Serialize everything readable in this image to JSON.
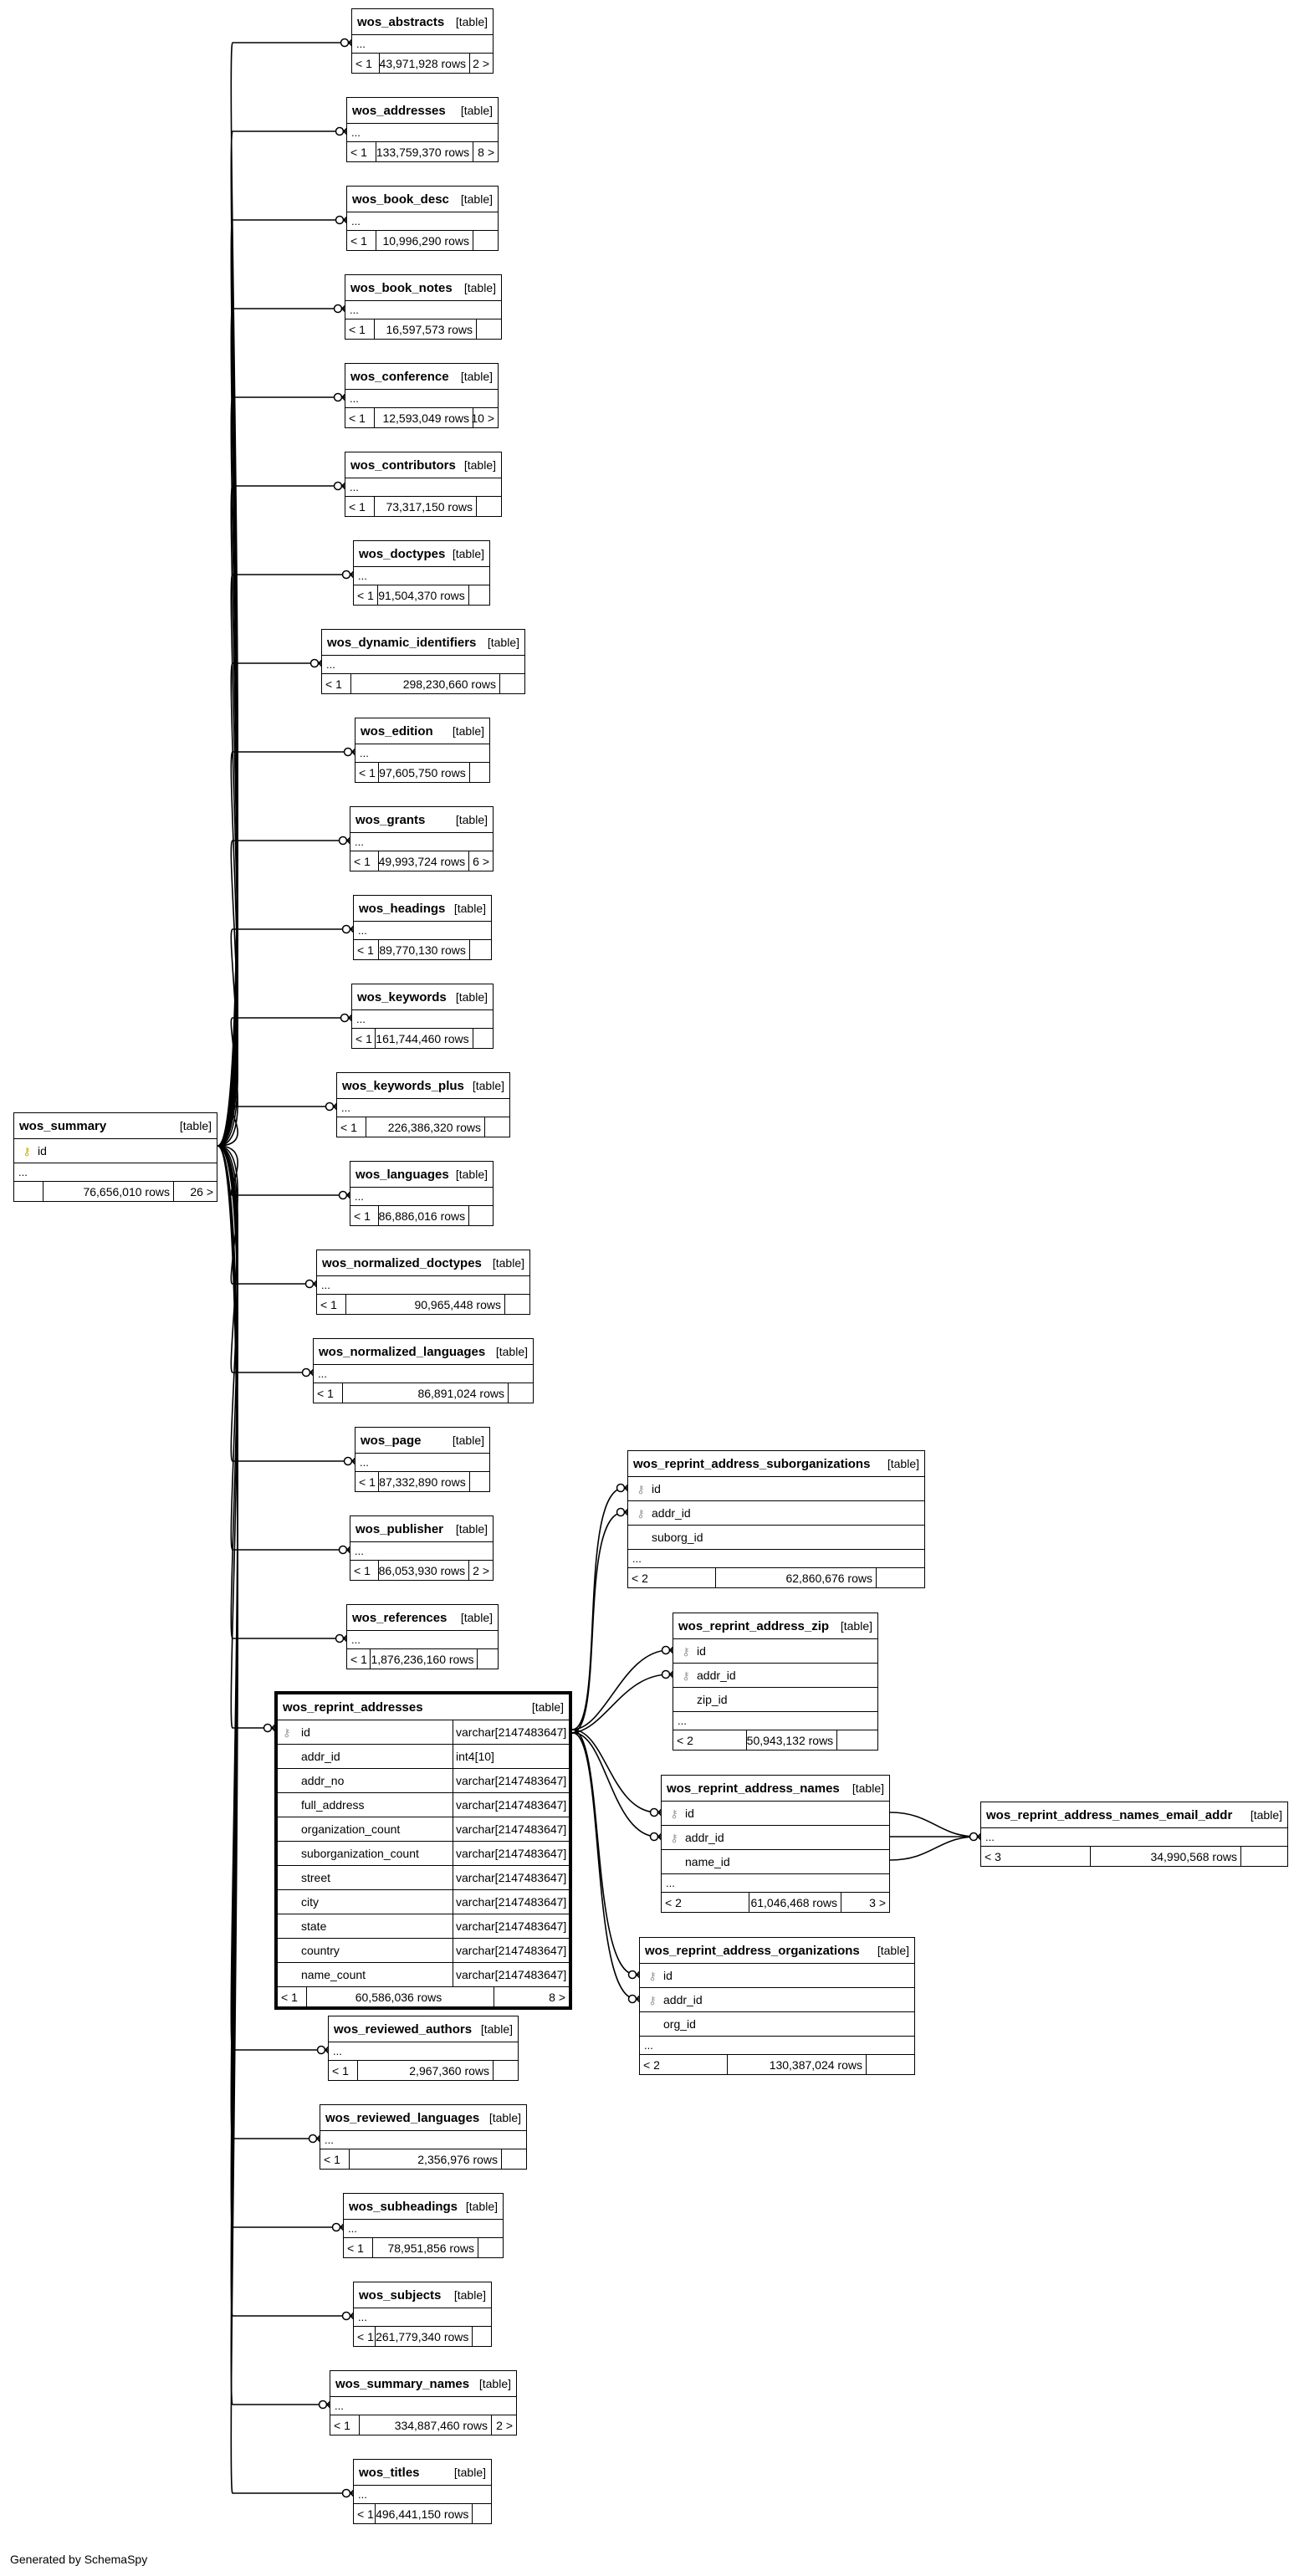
{
  "main_table": {
    "name": "wos_summary",
    "type": "[table]",
    "key_col": "id",
    "ellipsis": "...",
    "parents": "",
    "rows": "76,656,010 rows",
    "children": "26 >"
  },
  "child_tables": [
    {
      "name": "wos_abstracts",
      "type": "[table]",
      "ellipsis": "...",
      "parents": "< 1",
      "rows": "43,971,928 rows",
      "children": "2 >"
    },
    {
      "name": "wos_addresses",
      "type": "[table]",
      "ellipsis": "...",
      "parents": "< 1",
      "rows": "133,759,370 rows",
      "children": "8 >"
    },
    {
      "name": "wos_book_desc",
      "type": "[table]",
      "ellipsis": "...",
      "parents": "< 1",
      "rows": "10,996,290 rows",
      "children": ""
    },
    {
      "name": "wos_book_notes",
      "type": "[table]",
      "ellipsis": "...",
      "parents": "< 1",
      "rows": "16,597,573 rows",
      "children": ""
    },
    {
      "name": "wos_conference",
      "type": "[table]",
      "ellipsis": "...",
      "parents": "< 1",
      "rows": "12,593,049 rows",
      "children": "10 >"
    },
    {
      "name": "wos_contributors",
      "type": "[table]",
      "ellipsis": "...",
      "parents": "< 1",
      "rows": "73,317,150 rows",
      "children": ""
    },
    {
      "name": "wos_doctypes",
      "type": "[table]",
      "ellipsis": "...",
      "parents": "< 1",
      "rows": "91,504,370 rows",
      "children": ""
    },
    {
      "name": "wos_dynamic_identifiers",
      "type": "[table]",
      "ellipsis": "...",
      "parents": "< 1",
      "rows": "298,230,660 rows",
      "children": ""
    },
    {
      "name": "wos_edition",
      "type": "[table]",
      "ellipsis": "...",
      "parents": "< 1",
      "rows": "97,605,750 rows",
      "children": ""
    },
    {
      "name": "wos_grants",
      "type": "[table]",
      "ellipsis": "...",
      "parents": "< 1",
      "rows": "49,993,724 rows",
      "children": "6 >"
    },
    {
      "name": "wos_headings",
      "type": "[table]",
      "ellipsis": "...",
      "parents": "< 1",
      "rows": "89,770,130 rows",
      "children": ""
    },
    {
      "name": "wos_keywords",
      "type": "[table]",
      "ellipsis": "...",
      "parents": "< 1",
      "rows": "161,744,460 rows",
      "children": ""
    },
    {
      "name": "wos_keywords_plus",
      "type": "[table]",
      "ellipsis": "...",
      "parents": "< 1",
      "rows": "226,386,320 rows",
      "children": ""
    },
    {
      "name": "wos_languages",
      "type": "[table]",
      "ellipsis": "...",
      "parents": "< 1",
      "rows": "86,886,016 rows",
      "children": ""
    },
    {
      "name": "wos_normalized_doctypes",
      "type": "[table]",
      "ellipsis": "...",
      "parents": "< 1",
      "rows": "90,965,448 rows",
      "children": ""
    },
    {
      "name": "wos_normalized_languages",
      "type": "[table]",
      "ellipsis": "...",
      "parents": "< 1",
      "rows": "86,891,024 rows",
      "children": ""
    },
    {
      "name": "wos_page",
      "type": "[table]",
      "ellipsis": "...",
      "parents": "< 1",
      "rows": "87,332,890 rows",
      "children": ""
    },
    {
      "name": "wos_publisher",
      "type": "[table]",
      "ellipsis": "...",
      "parents": "< 1",
      "rows": "86,053,930 rows",
      "children": "2 >"
    },
    {
      "name": "wos_references",
      "type": "[table]",
      "ellipsis": "...",
      "parents": "< 1",
      "rows": "1,876,236,160 rows",
      "children": ""
    },
    {
      "name": "wos_reviewed_authors",
      "type": "[table]",
      "ellipsis": "...",
      "parents": "< 1",
      "rows": "2,967,360 rows",
      "children": ""
    },
    {
      "name": "wos_reviewed_languages",
      "type": "[table]",
      "ellipsis": "...",
      "parents": "< 1",
      "rows": "2,356,976 rows",
      "children": ""
    },
    {
      "name": "wos_subheadings",
      "type": "[table]",
      "ellipsis": "...",
      "parents": "< 1",
      "rows": "78,951,856 rows",
      "children": ""
    },
    {
      "name": "wos_subjects",
      "type": "[table]",
      "ellipsis": "...",
      "parents": "< 1",
      "rows": "261,779,340 rows",
      "children": ""
    },
    {
      "name": "wos_summary_names",
      "type": "[table]",
      "ellipsis": "...",
      "parents": "< 1",
      "rows": "334,887,460 rows",
      "children": "2 >"
    },
    {
      "name": "wos_titles",
      "type": "[table]",
      "ellipsis": "...",
      "parents": "< 1",
      "rows": "496,441,150 rows",
      "children": ""
    }
  ],
  "focus_table": {
    "name": "wos_reprint_addresses",
    "type": "[table]",
    "columns": [
      {
        "name": "id",
        "type": "varchar[2147483647]",
        "key": "fk"
      },
      {
        "name": "addr_id",
        "type": "int4[10]",
        "key": ""
      },
      {
        "name": "addr_no",
        "type": "varchar[2147483647]",
        "key": ""
      },
      {
        "name": "full_address",
        "type": "varchar[2147483647]",
        "key": ""
      },
      {
        "name": "organization_count",
        "type": "varchar[2147483647]",
        "key": ""
      },
      {
        "name": "suborganization_count",
        "type": "varchar[2147483647]",
        "key": ""
      },
      {
        "name": "street",
        "type": "varchar[2147483647]",
        "key": ""
      },
      {
        "name": "city",
        "type": "varchar[2147483647]",
        "key": ""
      },
      {
        "name": "state",
        "type": "varchar[2147483647]",
        "key": ""
      },
      {
        "name": "country",
        "type": "varchar[2147483647]",
        "key": ""
      },
      {
        "name": "name_count",
        "type": "varchar[2147483647]",
        "key": ""
      }
    ],
    "parents": "< 1",
    "rows": "60,586,036 rows",
    "children": "8 >"
  },
  "right_tables": [
    {
      "name": "wos_reprint_address_suborganizations",
      "type": "[table]",
      "columns": [
        {
          "name": "id",
          "key": "fk"
        },
        {
          "name": "addr_id",
          "key": "fk"
        },
        {
          "name": "suborg_id",
          "key": ""
        }
      ],
      "ellipsis": "...",
      "parents": "< 2",
      "rows": "62,860,676 rows",
      "children": ""
    },
    {
      "name": "wos_reprint_address_zip",
      "type": "[table]",
      "columns": [
        {
          "name": "id",
          "key": "fk"
        },
        {
          "name": "addr_id",
          "key": "fk"
        },
        {
          "name": "zip_id",
          "key": ""
        }
      ],
      "ellipsis": "...",
      "parents": "< 2",
      "rows": "50,943,132 rows",
      "children": ""
    },
    {
      "name": "wos_reprint_address_names",
      "type": "[table]",
      "columns": [
        {
          "name": "id",
          "key": "fk"
        },
        {
          "name": "addr_id",
          "key": "fk"
        },
        {
          "name": "name_id",
          "key": ""
        }
      ],
      "ellipsis": "...",
      "parents": "< 2",
      "rows": "61,046,468 rows",
      "children": "3 >"
    },
    {
      "name": "wos_reprint_address_organizations",
      "type": "[table]",
      "columns": [
        {
          "name": "id",
          "key": "fk"
        },
        {
          "name": "addr_id",
          "key": "fk"
        },
        {
          "name": "org_id",
          "key": ""
        }
      ],
      "ellipsis": "...",
      "parents": "< 2",
      "rows": "130,387,024 rows",
      "children": ""
    }
  ],
  "leaf_table": {
    "name": "wos_reprint_address_names_email_addr",
    "type": "[table]",
    "ellipsis": "...",
    "parents": "< 3",
    "rows": "34,990,568 rows",
    "children": ""
  },
  "icons": {
    "primary_key": "key-icon",
    "foreign_key": "key-icon-gray"
  },
  "colors": {
    "primary_key": "#c8b400",
    "foreign_key": "#9a9a9a"
  },
  "footer": "Generated by SchemaSpy"
}
